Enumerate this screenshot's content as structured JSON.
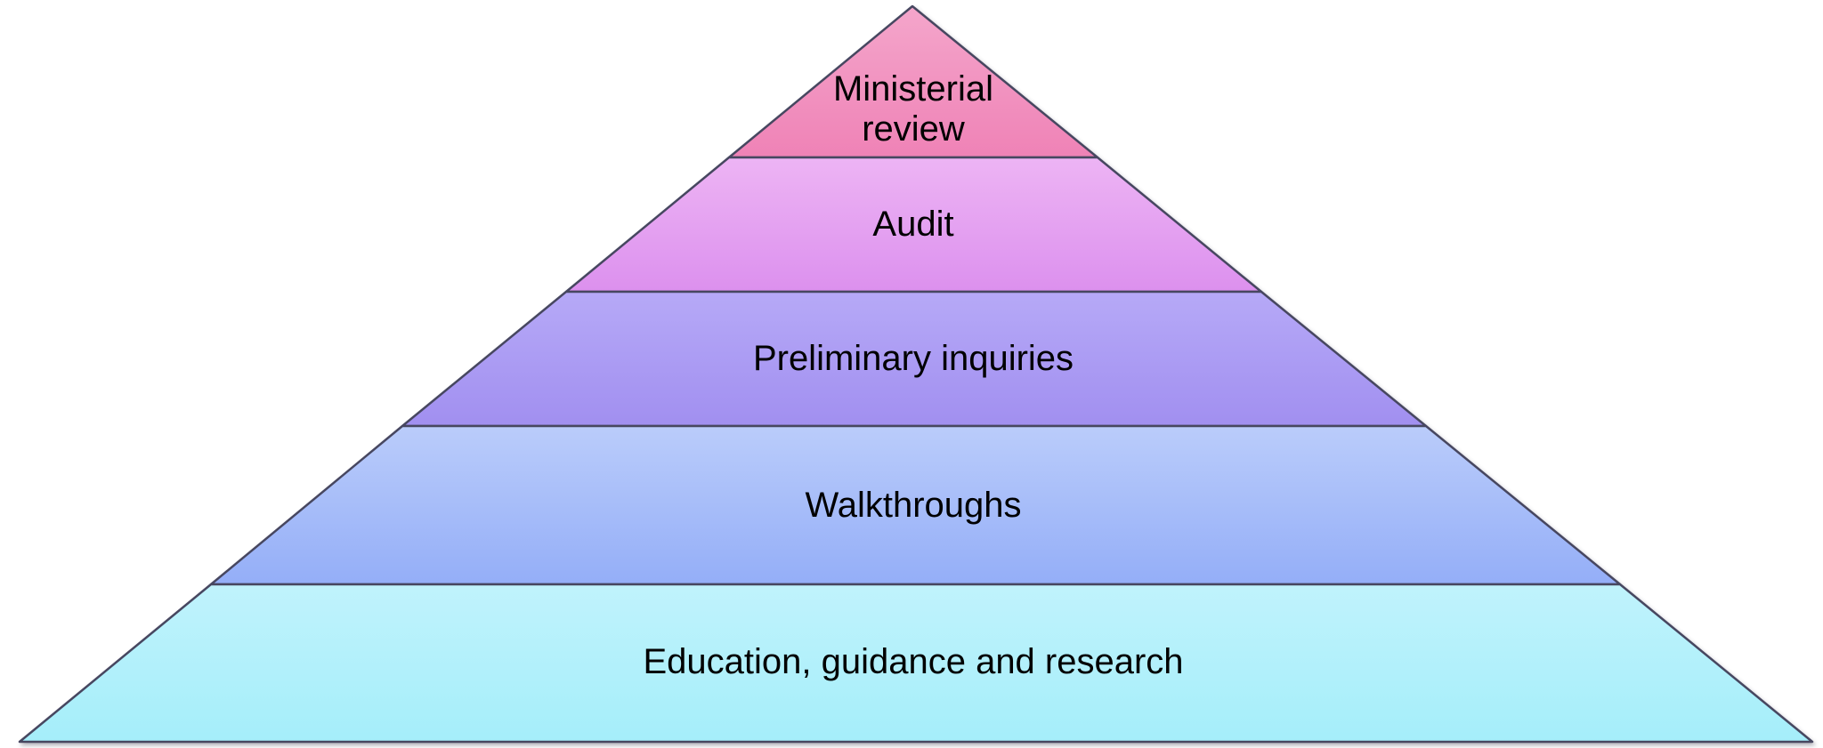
{
  "diagram": {
    "type": "pyramid",
    "background_color": "#ffffff",
    "outline_color": "#474761",
    "text_color": "#000000",
    "levels": [
      {
        "label": "Ministerial review",
        "lines": [
          "Ministerial",
          "review"
        ],
        "fill_top": "#f4a6cb",
        "fill_bottom": "#ef82b6"
      },
      {
        "label": "Audit",
        "fill_top": "#edb4f4",
        "fill_bottom": "#dc90ee"
      },
      {
        "label": "Preliminary inquiries",
        "fill_top": "#b6a9f7",
        "fill_bottom": "#a18ff0"
      },
      {
        "label": "Walkthroughs",
        "fill_top": "#baccfa",
        "fill_bottom": "#94aef8"
      },
      {
        "label": "Education, guidance and research",
        "fill_top": "#c0f3fc",
        "fill_bottom": "#a5eefa"
      }
    ]
  }
}
